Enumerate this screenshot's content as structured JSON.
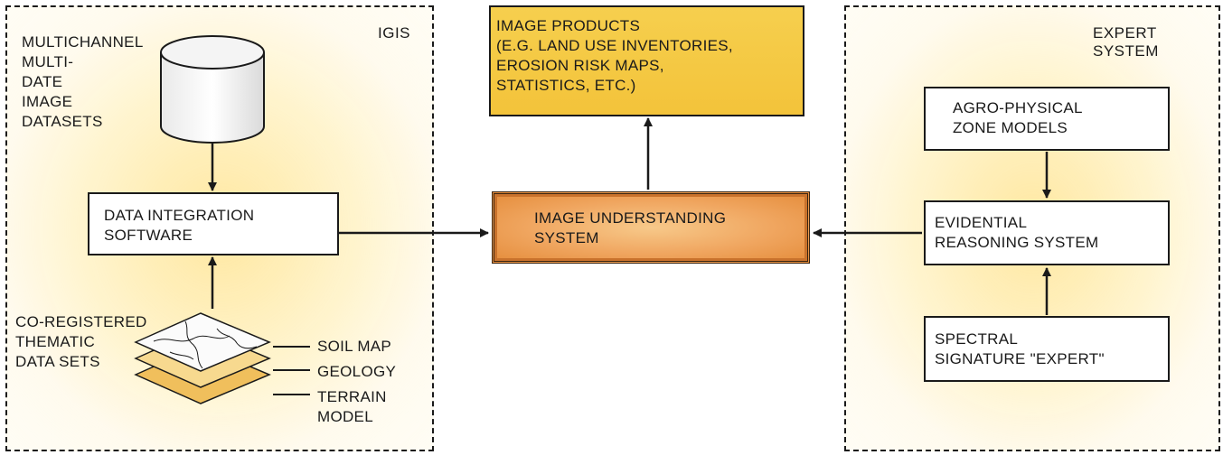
{
  "igis": {
    "title": "IGIS",
    "image_datasets_label": "MULTICHANNEL\nMULTI-\nDATE\nIMAGE\nDATASETS",
    "data_integration": "DATA INTEGRATION\nSOFTWARE",
    "thematic_label": "CO-REGISTERED\nTHEMATIC\nDATA SETS",
    "layers": [
      "SOIL MAP",
      "GEOLOGY",
      "TERRAIN\nMODEL"
    ]
  },
  "center": {
    "products": "IMAGE PRODUCTS\n(E.G. LAND USE INVENTORIES,\nEROSION RISK MAPS,\nSTATISTICS, ETC.)",
    "image_understanding": "IMAGE UNDERSTANDING\nSYSTEM"
  },
  "expert": {
    "title": "EXPERT SYSTEM",
    "agro": "AGRO-PHYSICAL\nZONE MODELS",
    "evidential": "EVIDENTIAL\nREASONING SYSTEM",
    "spectral": "SPECTRAL\nSIGNATURE \"EXPERT\""
  },
  "colors": {
    "panel_glow": "#ffd65a",
    "products_fill": "#f3c33a",
    "ius_fill": "#f0a660",
    "line": "#1a1a1a"
  }
}
